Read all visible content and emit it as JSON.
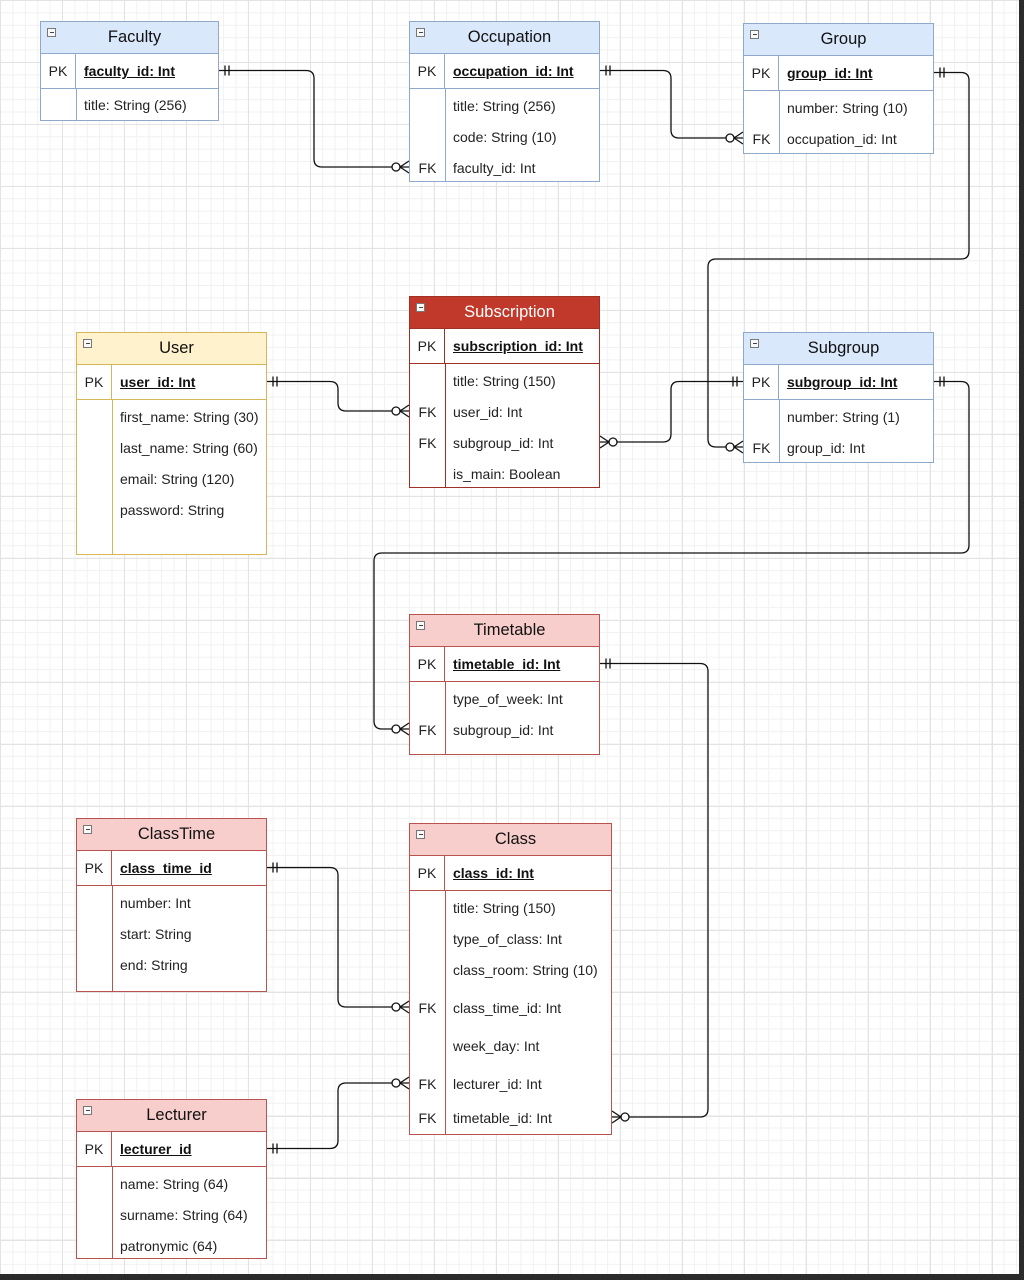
{
  "entities": {
    "faculty": {
      "title": "Faculty",
      "pk": {
        "key": "PK",
        "field": "faculty_id: Int"
      },
      "fields": [
        {
          "key": "",
          "field": "title: String (256)"
        }
      ]
    },
    "occupation": {
      "title": "Occupation",
      "pk": {
        "key": "PK",
        "field": "occupation_id: Int"
      },
      "fields": [
        {
          "key": "",
          "field": "title: String (256)"
        },
        {
          "key": "",
          "field": "code: String (10)"
        },
        {
          "key": "FK",
          "field": "faculty_id: Int"
        }
      ]
    },
    "group": {
      "title": "Group",
      "pk": {
        "key": "PK",
        "field": "group_id: Int"
      },
      "fields": [
        {
          "key": "",
          "field": "number: String (10)"
        },
        {
          "key": "FK",
          "field": "occupation_id: Int"
        }
      ]
    },
    "subscription": {
      "title": "Subscription",
      "pk": {
        "key": "PK",
        "field": "subscription_id: Int"
      },
      "fields": [
        {
          "key": "",
          "field": "title: String (150)"
        },
        {
          "key": "FK",
          "field": "user_id: Int"
        },
        {
          "key": "FK",
          "field": "subgroup_id: Int"
        },
        {
          "key": "",
          "field": "is_main: Boolean"
        }
      ]
    },
    "user": {
      "title": "User",
      "pk": {
        "key": "PK",
        "field": "user_id: Int"
      },
      "fields": [
        {
          "key": "",
          "field": "first_name: String (30)"
        },
        {
          "key": "",
          "field": "last_name: String (60)"
        },
        {
          "key": "",
          "field": "email: String (120)"
        },
        {
          "key": "",
          "field": "password: String"
        }
      ]
    },
    "subgroup": {
      "title": "Subgroup",
      "pk": {
        "key": "PK",
        "field": "subgroup_id: Int"
      },
      "fields": [
        {
          "key": "",
          "field": "number: String (1)"
        },
        {
          "key": "FK",
          "field": "group_id: Int"
        }
      ]
    },
    "timetable": {
      "title": "Timetable",
      "pk": {
        "key": "PK",
        "field": "timetable_id: Int"
      },
      "fields": [
        {
          "key": "",
          "field": "type_of_week: Int"
        },
        {
          "key": "FK",
          "field": "subgroup_id: Int"
        }
      ]
    },
    "classtime": {
      "title": "ClassTime",
      "pk": {
        "key": "PK",
        "field": "class_time_id"
      },
      "fields": [
        {
          "key": "",
          "field": "number: Int"
        },
        {
          "key": "",
          "field": "start: String"
        },
        {
          "key": "",
          "field": "end: String"
        }
      ]
    },
    "class": {
      "title": "Class",
      "pk": {
        "key": "PK",
        "field": "class_id: Int"
      },
      "fields": [
        {
          "key": "",
          "field": "title: String (150)"
        },
        {
          "key": "",
          "field": "type_of_class: Int"
        },
        {
          "key": "",
          "field": "class_room: String (10)"
        },
        {
          "key": "FK",
          "field": "class_time_id: Int"
        },
        {
          "key": "",
          "field": "week_day: Int"
        },
        {
          "key": "FK",
          "field": "lecturer_id: Int"
        },
        {
          "key": "FK",
          "field": "timetable_id: Int"
        }
      ]
    },
    "lecturer": {
      "title": "Lecturer",
      "pk": {
        "key": "PK",
        "field": "lecturer_id"
      },
      "fields": [
        {
          "key": "",
          "field": "name: String (64)"
        },
        {
          "key": "",
          "field": "surname: String (64)"
        },
        {
          "key": "",
          "field": "patronymic (64)"
        }
      ]
    }
  },
  "relationships": [
    {
      "from": "faculty.faculty_id",
      "to": "occupation.faculty_id",
      "from_end": "one",
      "to_end": "zero-or-many"
    },
    {
      "from": "occupation.occupation_id",
      "to": "group.occupation_id",
      "from_end": "one",
      "to_end": "zero-or-many"
    },
    {
      "from": "group.group_id",
      "to": "subgroup.group_id",
      "from_end": "one",
      "to_end": "zero-or-many"
    },
    {
      "from": "user.user_id",
      "to": "subscription.user_id",
      "from_end": "one",
      "to_end": "zero-or-many"
    },
    {
      "from": "subgroup.subgroup_id",
      "to": "subscription.subgroup_id",
      "from_end": "one",
      "to_end": "zero-or-many"
    },
    {
      "from": "subgroup.subgroup_id",
      "to": "timetable.subgroup_id",
      "from_end": "one",
      "to_end": "zero-or-many"
    },
    {
      "from": "timetable.timetable_id",
      "to": "class.timetable_id",
      "from_end": "one",
      "to_end": "zero-or-many"
    },
    {
      "from": "classtime.class_time_id",
      "to": "class.class_time_id",
      "from_end": "one",
      "to_end": "zero-or-many"
    },
    {
      "from": "lecturer.lecturer_id",
      "to": "class.lecturer_id",
      "from_end": "one",
      "to_end": "zero-or-many"
    }
  ]
}
